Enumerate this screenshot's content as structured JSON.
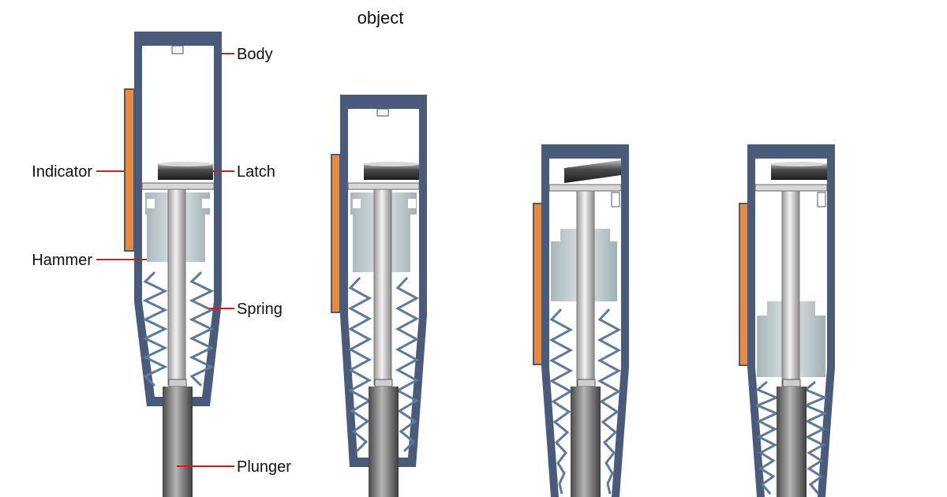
{
  "captions": {
    "stage2": "object"
  },
  "labels": {
    "body": "Body",
    "latch": "Latch",
    "indicator": "Indicator",
    "hammer": "Hammer",
    "spring": "Spring",
    "plunger": "Plunger"
  },
  "colors": {
    "housing": "#4a5a7a",
    "interior": "#ffffff",
    "indicator": "#e88b3a",
    "leader": "#cc1f1f",
    "hammer": "#c9d3d6",
    "spring": "#5e7a9a",
    "latch": "#3a3a3a",
    "rod": "#cfcfcf",
    "plunger": "#6f6f6f"
  }
}
